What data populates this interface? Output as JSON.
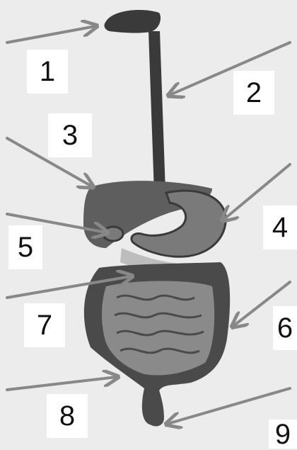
{
  "labels": [
    {
      "id": "1",
      "text": "1"
    },
    {
      "id": "2",
      "text": "2"
    },
    {
      "id": "3",
      "text": "3"
    },
    {
      "id": "4",
      "text": "4"
    },
    {
      "id": "5",
      "text": "5"
    },
    {
      "id": "6",
      "text": "6"
    },
    {
      "id": "7",
      "text": "7"
    },
    {
      "id": "8",
      "text": "8"
    },
    {
      "id": "9",
      "text": "9"
    }
  ],
  "colors": {
    "background": "#ececec",
    "arrow": "#888888",
    "organ_dark": "#3a3a3a",
    "organ_mid": "#6e6e6e",
    "organ_light": "#a8a8a8",
    "label_box": "#ffffff"
  }
}
